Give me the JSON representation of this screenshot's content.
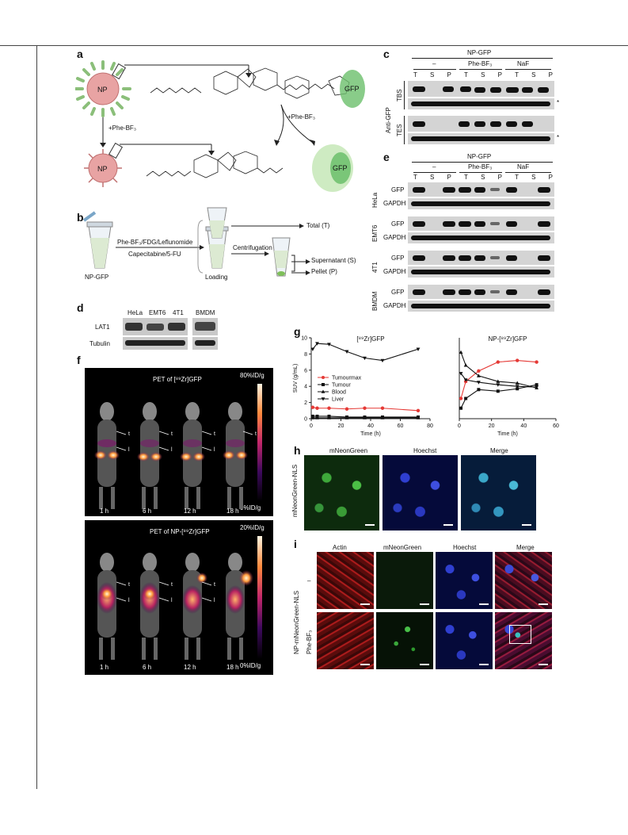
{
  "panels": {
    "a": "a",
    "b": "b",
    "c": "c",
    "d": "d",
    "e": "e",
    "f": "f",
    "g": "g",
    "h": "h",
    "i": "i"
  },
  "panel_a": {
    "np": "NP",
    "np2": "NP",
    "gfp1": "GFP",
    "gfp2": "GFP",
    "phe_bf3_left": "+Phe-BF₃",
    "phe_bf3_right": "+Phe-BF₃"
  },
  "panel_b": {
    "np_gfp": "NP-GFP",
    "treatment": "Phe-BF₃/FDG/Leflunomide",
    "treatment2": "Capecitabine/5-FU",
    "total": "Total (T)",
    "centrifugation": "Centrifugation",
    "supernatant": "Supernatant (S)",
    "pellet": "Pellet (P)",
    "loading": "Loading"
  },
  "panel_c": {
    "header": "NP-GFP",
    "groups": [
      "–",
      "Phe-BF₃",
      "NaF"
    ],
    "lanes": [
      "T",
      "S",
      "P",
      "T",
      "S",
      "P",
      "T",
      "S",
      "P"
    ],
    "rows": [
      "TBS",
      "TES"
    ],
    "side": "Anti-GFP",
    "star": "*"
  },
  "panel_d": {
    "cells": [
      "HeLa",
      "EMT6",
      "4T1",
      "BMDM"
    ],
    "rows": [
      "LAT1",
      "Tubulin"
    ]
  },
  "panel_e": {
    "header": "NP-GFP",
    "groups": [
      "–",
      "Phe-BF₃",
      "NaF"
    ],
    "lanes": [
      "T",
      "S",
      "P",
      "T",
      "S",
      "P",
      "T",
      "S",
      "P"
    ],
    "cells": [
      "HeLa",
      "EMT6",
      "4T1",
      "BMDM"
    ],
    "rows": [
      "GFP",
      "GAPDH"
    ]
  },
  "panel_f": {
    "top_title": "PET of [⁸⁹Zr]GFP",
    "top_max": "80%ID/g",
    "top_min": "0%ID/g",
    "bottom_title": "PET of NP-[⁸⁹Zr]GFP",
    "bottom_max": "20%ID/g",
    "bottom_min": "0%ID/g",
    "times": [
      "1 h",
      "6 h",
      "12 h",
      "18 h"
    ],
    "t": "t",
    "l": "l"
  },
  "chart_data": [
    {
      "type": "line",
      "title": "[⁸⁹Zr]GFP",
      "xlabel": "Time (h)",
      "ylabel": "SUV (g/mL)",
      "xlim": [
        0,
        80
      ],
      "ylim": [
        0,
        10
      ],
      "xticks": [
        0,
        20,
        40,
        60,
        80
      ],
      "yticks": [
        0,
        2,
        4,
        6,
        8,
        10
      ],
      "legend_position": "top-left",
      "series": [
        {
          "name": "Tumourmax",
          "color": "#e53935",
          "marker": "circle",
          "x": [
            1,
            4,
            12,
            24,
            36,
            48,
            72
          ],
          "y": [
            1.4,
            1.3,
            1.3,
            1.2,
            1.3,
            1.3,
            1.0
          ]
        },
        {
          "name": "Tumour",
          "color": "#111111",
          "marker": "square",
          "x": [
            1,
            4,
            12,
            24,
            36,
            48,
            72
          ],
          "y": [
            0.3,
            0.3,
            0.3,
            0.2,
            0.2,
            0.2,
            0.2
          ]
        },
        {
          "name": "Blood",
          "color": "#111111",
          "marker": "triangle-up",
          "x": [
            1,
            4,
            12,
            24,
            36,
            48,
            72
          ],
          "y": [
            0.1,
            0.1,
            0.1,
            0.1,
            0.1,
            0.1,
            0.1
          ]
        },
        {
          "name": "Liver",
          "color": "#111111",
          "marker": "triangle-down",
          "x": [
            1,
            4,
            12,
            24,
            36,
            48,
            72
          ],
          "y": [
            8.6,
            9.3,
            9.2,
            8.3,
            7.5,
            7.2,
            8.6
          ]
        }
      ]
    },
    {
      "type": "line",
      "title": "NP-[⁸⁹Zr]GFP",
      "xlabel": "Time (h)",
      "ylabel": "",
      "xlim": [
        0,
        60
      ],
      "ylim": [
        0,
        10
      ],
      "xticks": [
        0,
        20,
        40,
        60
      ],
      "series": [
        {
          "name": "Tumourmax",
          "color": "#e53935",
          "marker": "circle",
          "x": [
            1,
            4,
            12,
            24,
            36,
            48
          ],
          "y": [
            2.5,
            4.6,
            5.9,
            7.0,
            7.2,
            7.0
          ]
        },
        {
          "name": "Tumour",
          "color": "#111111",
          "marker": "square",
          "x": [
            1,
            4,
            12,
            24,
            36,
            48
          ],
          "y": [
            1.3,
            2.5,
            3.6,
            3.4,
            3.7,
            4.2
          ]
        },
        {
          "name": "Blood",
          "color": "#111111",
          "marker": "triangle-up",
          "x": [
            1,
            4,
            12,
            24,
            36,
            48
          ],
          "y": [
            8.2,
            6.6,
            5.3,
            4.6,
            4.4,
            3.8
          ]
        },
        {
          "name": "Liver",
          "color": "#111111",
          "marker": "triangle-down",
          "x": [
            1,
            4,
            12,
            24,
            36,
            48
          ],
          "y": [
            5.6,
            4.8,
            4.5,
            4.2,
            4.0,
            3.9
          ]
        }
      ]
    }
  ],
  "panel_h": {
    "side": "mNeonGreen-NLS",
    "cols": [
      "mNeonGreen",
      "Hoechst",
      "Merge"
    ]
  },
  "panel_i": {
    "side": "NP-mNeonGreen-NLS",
    "row1": "–",
    "row2": "Phe-BF₃",
    "cols": [
      "Actin",
      "mNeonGreen",
      "Hoechst",
      "Merge"
    ]
  }
}
